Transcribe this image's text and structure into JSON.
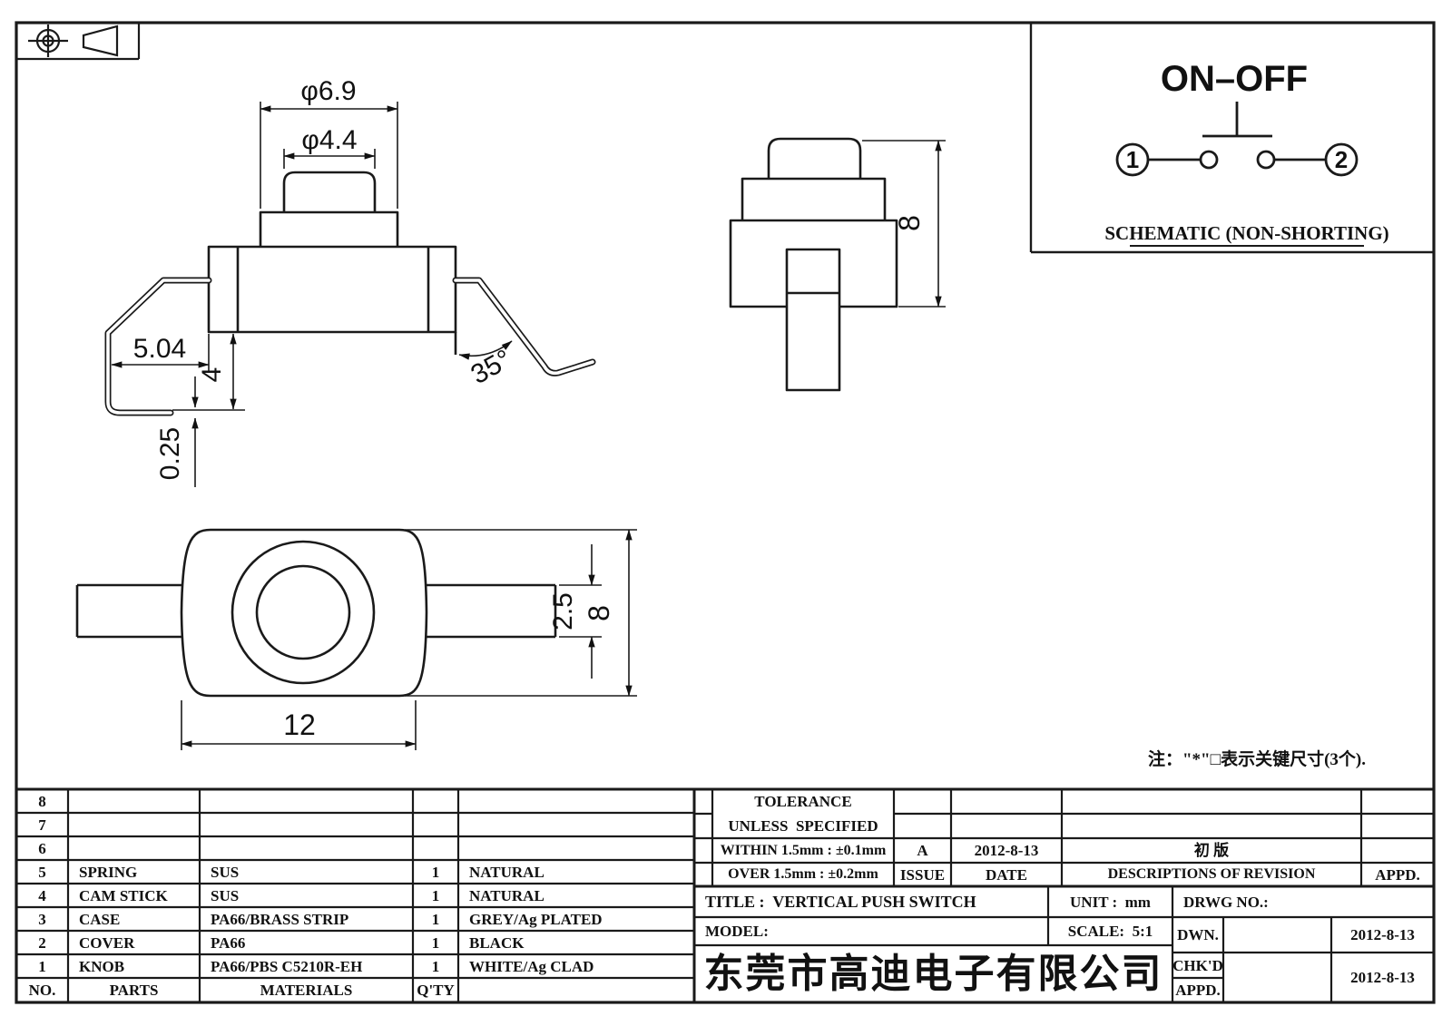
{
  "drawing": {
    "note": "注：\"*\"□表示关键尺寸(3个).",
    "schematic": {
      "title": "ON–OFF",
      "caption": "SCHEMATIC (NON-SHORTING)",
      "terminal1": "1",
      "terminal2": "2"
    },
    "front_view": {
      "dia_outer": "φ6.9",
      "dia_knob": "φ4.4",
      "pitch": "5.04",
      "leg_height": "4",
      "thickness": "0.25",
      "angle": "35°"
    },
    "side_view": {
      "height": "8"
    },
    "bottom_view": {
      "width": "12",
      "leg_width": "2.5",
      "height": "8"
    }
  },
  "parts_table": {
    "headers": {
      "no": "NO.",
      "parts": "PARTS",
      "materials": "MATERIALS",
      "qty": "Q'TY",
      "finish": ""
    },
    "rows": [
      {
        "no": "8",
        "part": "",
        "material": "",
        "qty": "",
        "finish": ""
      },
      {
        "no": "7",
        "part": "",
        "material": "",
        "qty": "",
        "finish": ""
      },
      {
        "no": "6",
        "part": "",
        "material": "",
        "qty": "",
        "finish": ""
      },
      {
        "no": "5",
        "part": "SPRING",
        "material": "SUS",
        "qty": "1",
        "finish": "NATURAL"
      },
      {
        "no": "4",
        "part": "CAM STICK",
        "material": "SUS",
        "qty": "1",
        "finish": "NATURAL"
      },
      {
        "no": "3",
        "part": "CASE",
        "material": "PA66/BRASS STRIP",
        "qty": "1",
        "finish": "GREY/Ag PLATED"
      },
      {
        "no": "2",
        "part": "COVER",
        "material": "PA66",
        "qty": "1",
        "finish": "BLACK"
      },
      {
        "no": "1",
        "part": "KNOB",
        "material": "PA66/PBS C5210R-EH",
        "qty": "1",
        "finish": "WHITE/Ag CLAD"
      }
    ]
  },
  "tolerance": {
    "title": "TOLERANCE",
    "subtitle": "UNLESS  SPECIFIED",
    "within": "WITHIN 1.5mm : ±0.1mm",
    "over": "OVER 1.5mm : ±0.2mm"
  },
  "revision": {
    "issue_value": "A",
    "date_value": "2012-8-13",
    "description_value": "初 版",
    "issue_label": "ISSUE",
    "date_label": "DATE",
    "desc_label": "DESCRIPTIONS OF REVISION",
    "appd_label": "APPD."
  },
  "title_block": {
    "title": "TITLE :  VERTICAL PUSH SWITCH",
    "unit": "UNIT :  mm",
    "drwg": "DRWG NO.:",
    "model": "MODEL:",
    "scale": "SCALE:  5:1",
    "dwn_label": "DWN.",
    "chkd_label": "CHK'D",
    "appd_label": "APPD.",
    "dwn_date": "2012-8-13",
    "chkd_date": "2012-8-13",
    "company": "东莞市高迪电子有限公司"
  }
}
